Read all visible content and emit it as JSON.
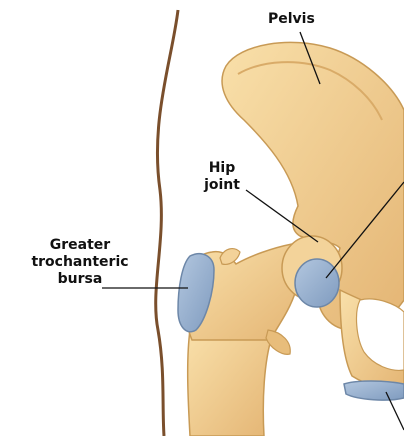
{
  "labels": {
    "pelvis": "Pelvis",
    "hip_line1": "Hip",
    "hip_line2": "joint",
    "bursa_line1": "Greater",
    "bursa_line2": "trochanteric",
    "bursa_line3": "bursa"
  },
  "colors": {
    "bone_fill": "#efc98c",
    "bone_light": "#f8dfa8",
    "bone_outline": "#c89a55",
    "bone_shadow": "#d9ab68",
    "bursa_fill": "#98b1ce",
    "bursa_edge": "#6d87a8",
    "skin_line": "#7a4f2c",
    "leader_line": "#111111"
  }
}
